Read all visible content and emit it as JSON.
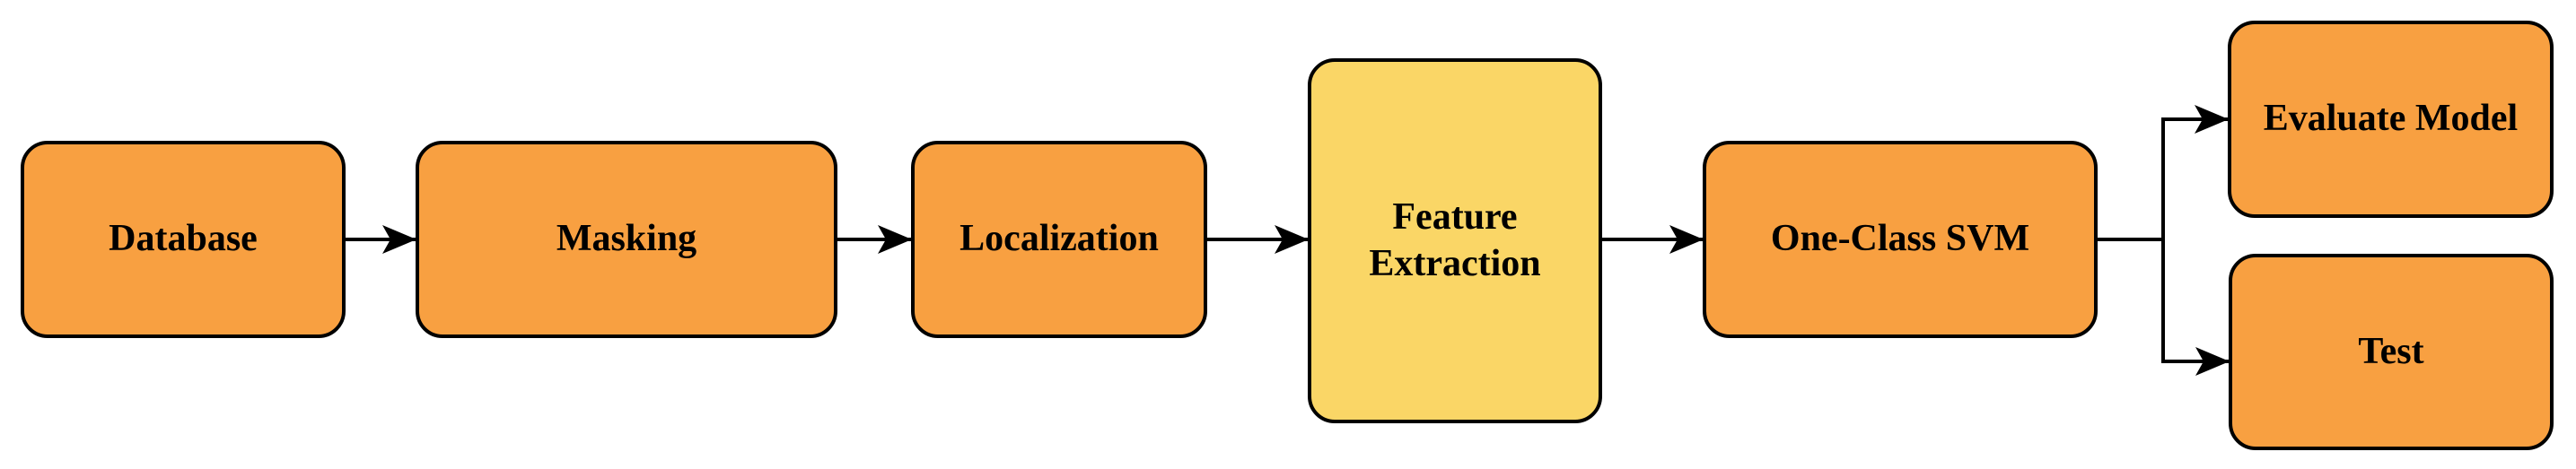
{
  "diagram": {
    "type": "flowchart",
    "direction": "left-to-right",
    "colors": {
      "orange_fill": "#F8A041",
      "yellow_fill": "#FAD666",
      "stroke": "#000000",
      "text": "#000000",
      "background": "#FFFFFF"
    },
    "nodes": {
      "database": {
        "label": "Database",
        "fill": "#F8A041"
      },
      "masking": {
        "label": "Masking",
        "fill": "#F8A041"
      },
      "localization": {
        "label": "Localization",
        "fill": "#F8A041"
      },
      "feature_extraction": {
        "label": "Feature Extraction",
        "fill": "#FAD666"
      },
      "one_class_svm": {
        "label": "One-Class SVM",
        "fill": "#F8A041"
      },
      "evaluate_model": {
        "label": "Evaluate Model",
        "fill": "#F8A041"
      },
      "test": {
        "label": "Test",
        "fill": "#F8A041"
      }
    },
    "edges": [
      {
        "from": "database",
        "to": "masking"
      },
      {
        "from": "masking",
        "to": "localization"
      },
      {
        "from": "localization",
        "to": "feature_extraction"
      },
      {
        "from": "feature_extraction",
        "to": "one_class_svm"
      },
      {
        "from": "one_class_svm",
        "to": "evaluate_model"
      },
      {
        "from": "one_class_svm",
        "to": "test"
      }
    ]
  }
}
